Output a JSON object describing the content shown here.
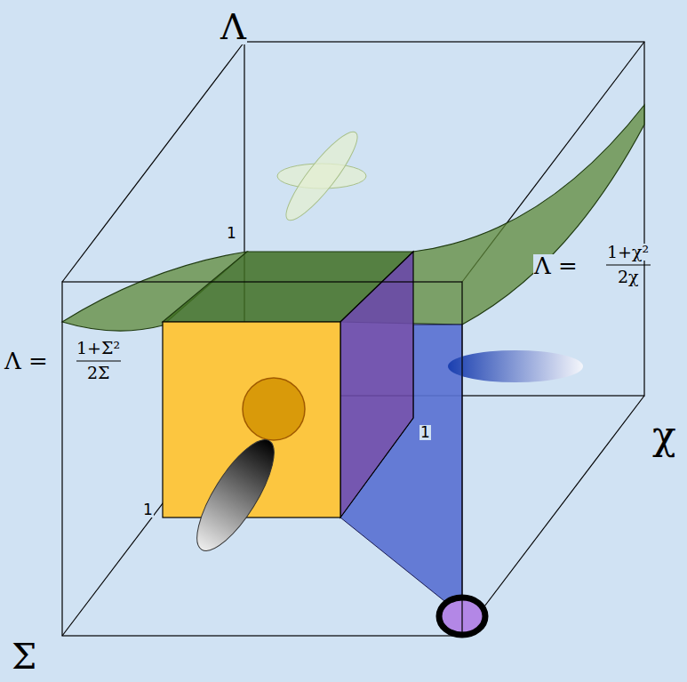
{
  "diagram": {
    "labels": [
      "Λ",
      "1",
      "Λ =",
      "1+χ²",
      "2χ",
      "Λ =",
      "1+Σ²",
      "2Σ",
      "1",
      "1",
      "χ",
      "Σ"
    ]
  }
}
